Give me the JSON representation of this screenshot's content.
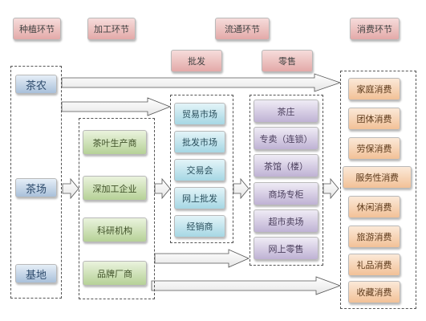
{
  "headers": {
    "planting": "种植环节",
    "processing": "加工环节",
    "circulation": "流通环节",
    "consumption": "消费环节"
  },
  "circulation_sub": {
    "wholesale": "批发",
    "retail": "零售"
  },
  "producers": [
    "茶农",
    "茶场",
    "基地"
  ],
  "processors": [
    "茶叶生产商",
    "深加工企业",
    "科研机构",
    "品牌厂商"
  ],
  "wholesale_channels": [
    "贸易市场",
    "批发市场",
    "交易会",
    "网上批发",
    "经销商"
  ],
  "retail_channels": [
    "茶庄",
    "专卖（连锁）",
    "茶馆（楼）",
    "商场专柜",
    "超市卖场",
    "网上零售"
  ],
  "consumption_types": [
    "家庭消费",
    "团体消费",
    "劳保消费",
    "服务性消费",
    "休闲消费",
    "旅游消费",
    "礼品消费",
    "收藏消费"
  ]
}
